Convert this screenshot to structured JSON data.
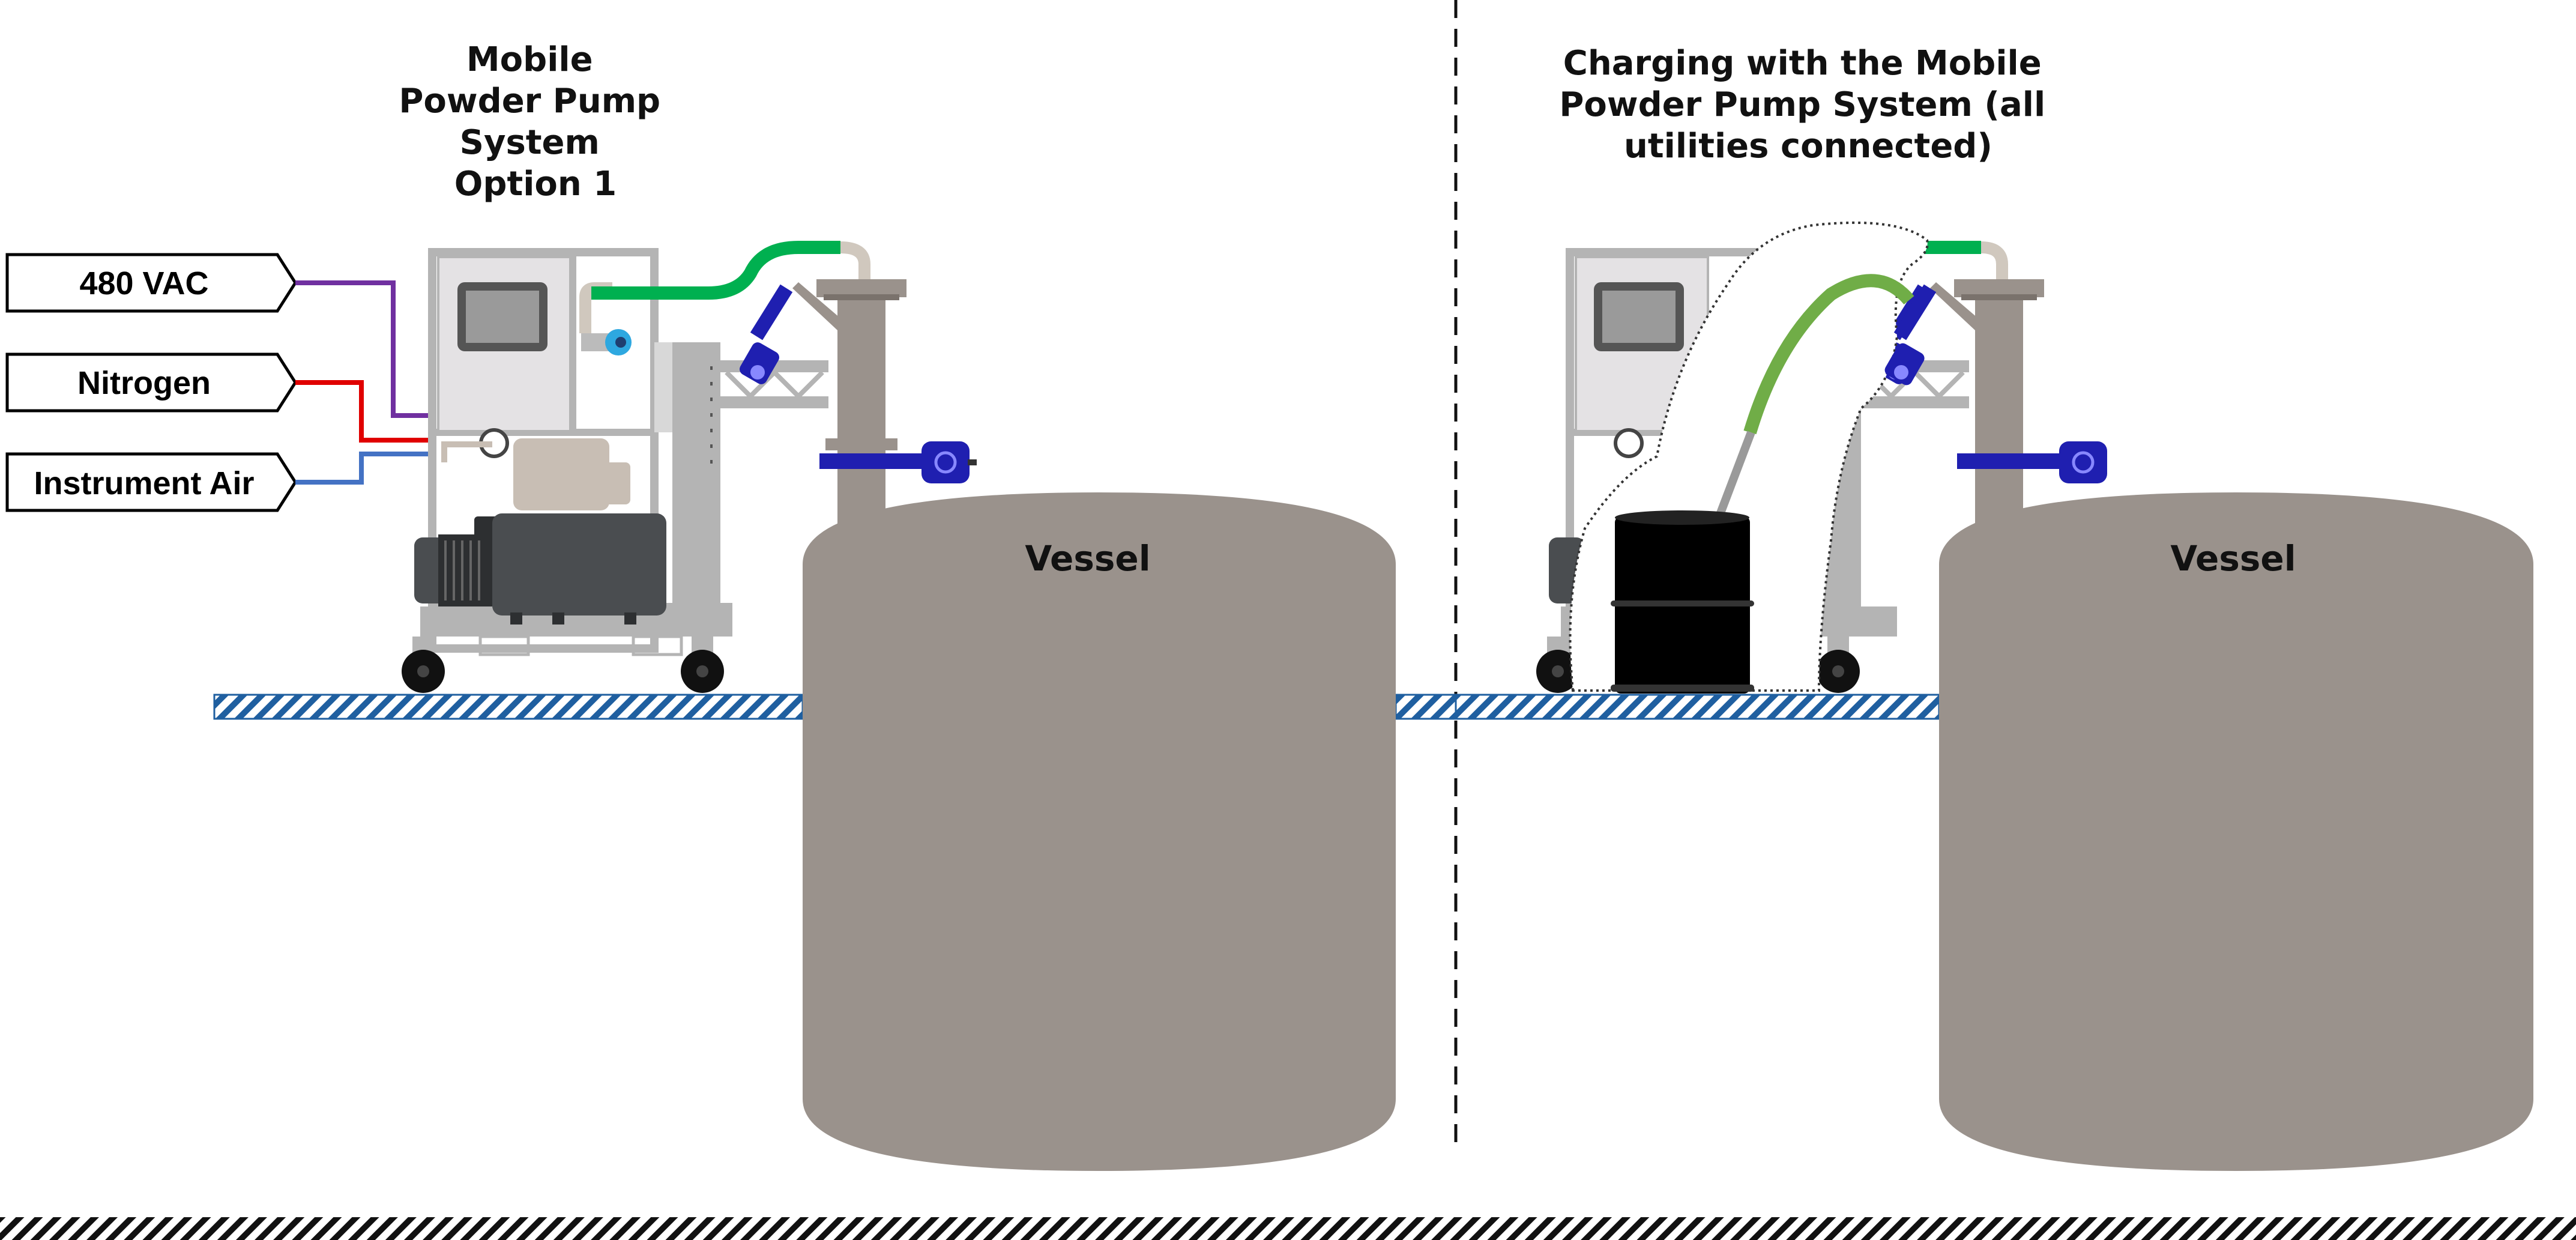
{
  "left_panel": {
    "title_lines": [
      "Mobile",
      "Powder Pump",
      "System",
      "Option 1"
    ],
    "utilities": [
      {
        "label": "480 VAC",
        "color": "#7030A0"
      },
      {
        "label": "Nitrogen",
        "color": "#E00000"
      },
      {
        "label": "Instrument Air",
        "color": "#4472C4"
      }
    ],
    "vessel_label": "Vessel"
  },
  "right_panel": {
    "title_lines": [
      "Charging with the Mobile",
      "Powder Pump System (all",
      "utilities connected)"
    ],
    "vessel_label": "Vessel"
  },
  "colors": {
    "vessel": "#9A928C",
    "frame": "#B4B4B4",
    "panel": "#E4E2E4",
    "hose_green": "#00B050",
    "hose_light_green": "#70AD47",
    "valve_blue": "#1F1FB0",
    "floor_hatch": "#1F5FA0",
    "motor": "#4A4D50",
    "drum": "#000000"
  },
  "icons": [
    "control-panel-screen",
    "pump-motor",
    "caster-wheel",
    "butterfly-valve",
    "powder-drum",
    "vessel-tank",
    "containment-bag"
  ]
}
